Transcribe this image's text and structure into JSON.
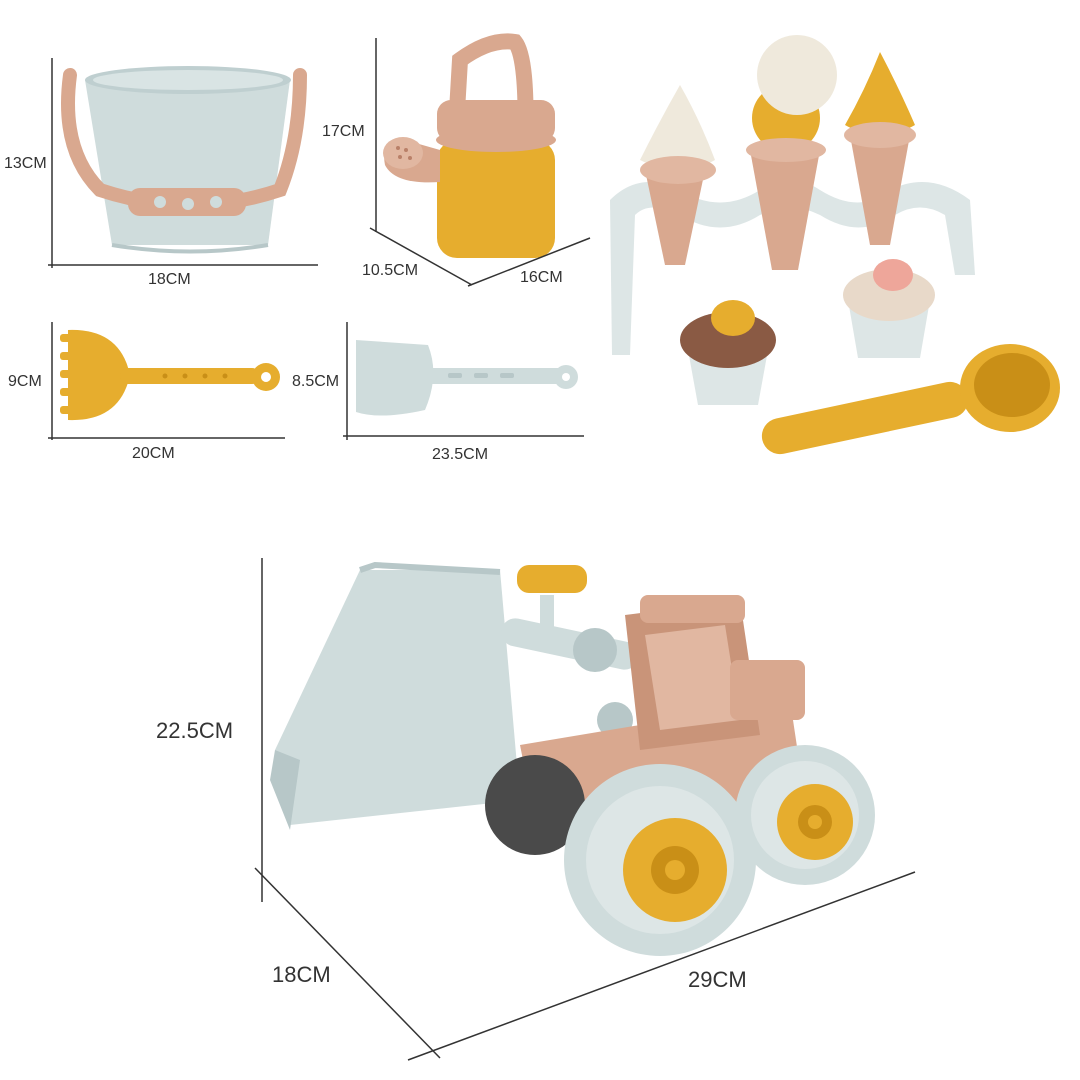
{
  "dimensions": {
    "bucket": {
      "height": "13CM",
      "width": "18CM"
    },
    "watering_can": {
      "height": "17CM",
      "depth": "10.5CM",
      "width": "16CM"
    },
    "rake": {
      "height": "9CM",
      "width": "20CM"
    },
    "shovel": {
      "height": "8.5CM",
      "width": "23.5CM"
    },
    "bulldozer": {
      "height": "22.5CM",
      "depth": "18CM",
      "width": "29CM"
    }
  },
  "colors": {
    "mist_blue": "#cfdcdc",
    "mist_blue_dark": "#b7c7c8",
    "tan": "#d9a88f",
    "tan_dark": "#b98068",
    "mustard": "#e6ad2e",
    "mustard_dark": "#c98f17",
    "cream": "#efe9dc",
    "chocolate": "#8a5a44",
    "pink": "#eea69a",
    "dim_line": "#333333"
  }
}
